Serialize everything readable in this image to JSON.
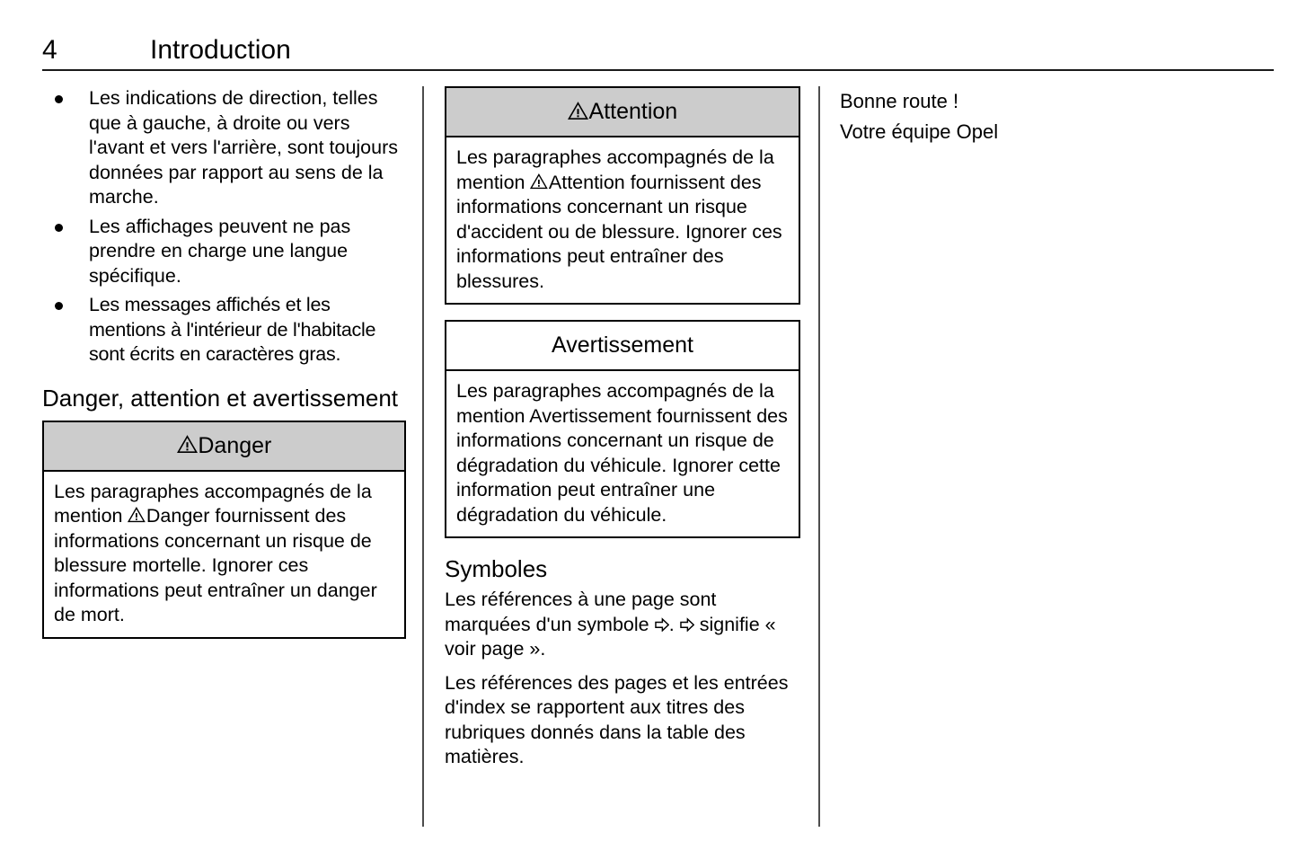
{
  "header": {
    "page_number": "4",
    "title": "Introduction"
  },
  "column_left": {
    "bullets": [
      "Les indications de direction, telles que à gauche, à droite ou vers l'avant et vers l'arrière, sont toujours données par rapport au sens de la marche.",
      "Les affichages peuvent ne pas prendre en charge une langue spécifique.",
      "Les messages affichés et les mentions à l'intérieur de l'habitacle sont écrits en caractères gras."
    ],
    "heading": "Danger, attention et avertissement",
    "danger_box": {
      "icon": "warning-triangle-icon",
      "title": "Danger",
      "body_part1": "Les paragraphes accompagnés de la mention ",
      "body_part2": "Danger fournissent des informations concernant un risque de blessure mortelle. Ignorer ces informations peut entraîner un danger de mort.",
      "header_background": "#cccccc"
    }
  },
  "column_middle": {
    "attention_box": {
      "icon": "warning-triangle-icon",
      "title": "Attention",
      "body_part1": "Les paragraphes accompagnés de la mention ",
      "body_part2": "Attention fournissent des informations concernant un risque d'accident ou de blessure. Ignorer ces informations peut entraîner des blessures.",
      "header_background": "#cccccc"
    },
    "avertissement_box": {
      "title": "Avertissement",
      "body": "Les paragraphes accompagnés de la mention Avertissement fournissent des informations concernant un risque de dégradation du véhicule. Ignorer cette information peut entraîner une dégradation du véhicule.",
      "header_background": "#ffffff"
    },
    "symboles_heading": "Symboles",
    "symboles_p1_a": "Les références à une page sont marquées d'un symbole ",
    "symboles_p1_b": ". ",
    "symboles_p1_c": " signifie « voir page ».",
    "symboles_p2": "Les références des pages et les entrées d'index se rapportent aux titres des rubriques donnés dans la table des matières.",
    "arrow_icon": "hollow-right-arrow-icon"
  },
  "column_right": {
    "line1": "Bonne route !",
    "line2": "Votre équipe Opel"
  }
}
